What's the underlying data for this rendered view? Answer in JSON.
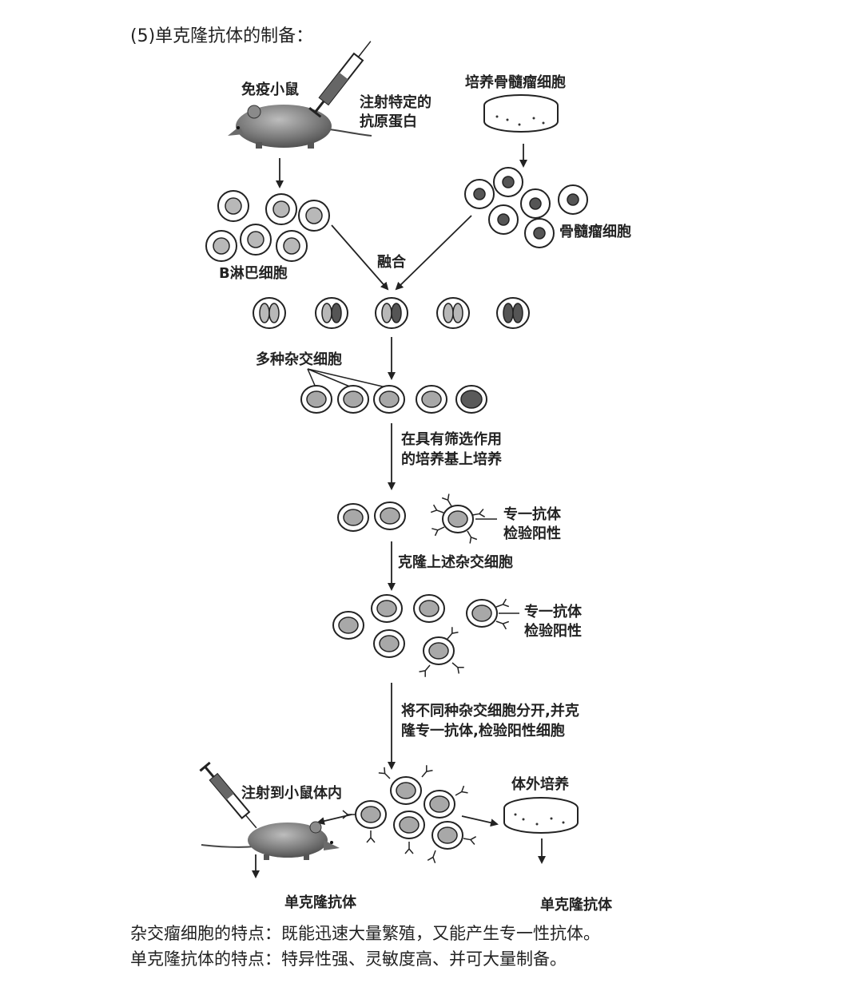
{
  "heading": "(5)单克隆抗体的制备：",
  "labels": {
    "immune_mouse": "免疫小鼠",
    "inject_antigen_1": "注射特定的",
    "inject_antigen_2": "抗原蛋白",
    "culture_myeloma": "培养骨髓瘤细胞",
    "myeloma_cells": "骨髓瘤细胞",
    "b_cells": "B淋巴细胞",
    "fusion": "融合",
    "hybrid_cells": "多种杂交细胞",
    "selective_1": "在具有筛选作用",
    "selective_2": "的培养基上培养",
    "antibody_pos_a1": "专一抗体",
    "antibody_pos_a2": "检验阳性",
    "clone_hybrid": "克隆上述杂交细胞",
    "antibody_pos_b1": "专一抗体",
    "antibody_pos_b2": "检验阳性",
    "separate_1": "将不同种杂交细胞分开,并克",
    "separate_2": "隆专一抗体,检验阳性细胞",
    "inject_mouse": "注射到小鼠体内",
    "in_vitro": "体外培养",
    "mab_left": "单克隆抗体",
    "mab_right": "单克隆抗体"
  },
  "footer": {
    "line1": "杂交瘤细胞的特点：既能迅速大量繁殖，又能产生专一性抗体。",
    "line2": "单克隆抗体的特点：特异性强、灵敏度高、并可大量制备。"
  }
}
